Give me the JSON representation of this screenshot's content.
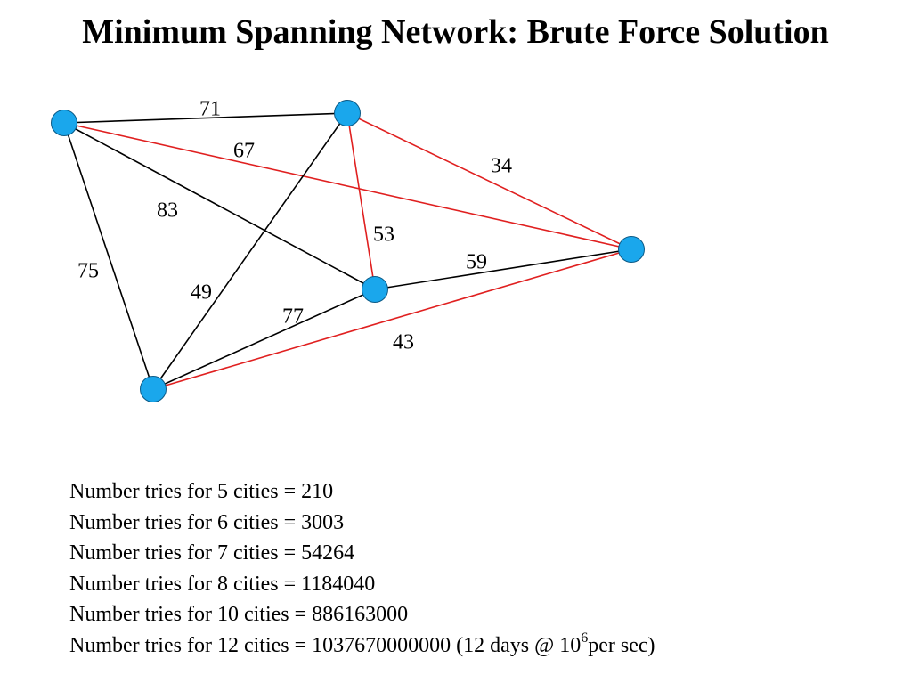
{
  "title": "Minimum Spanning Network: Brute Force Solution",
  "colors": {
    "node_fill": "#1aa7ec",
    "tree_edge": "#e02020",
    "other_edge": "#000000"
  },
  "graph": {
    "nodes": [
      {
        "id": "A"
      },
      {
        "id": "B"
      },
      {
        "id": "C"
      },
      {
        "id": "D"
      },
      {
        "id": "E"
      }
    ],
    "edges": [
      {
        "from": "A",
        "to": "B",
        "weight": "71",
        "in_tree": false
      },
      {
        "from": "A",
        "to": "E",
        "weight": "67",
        "in_tree": true
      },
      {
        "from": "A",
        "to": "D",
        "weight": "83",
        "in_tree": false
      },
      {
        "from": "A",
        "to": "C",
        "weight": "75",
        "in_tree": false
      },
      {
        "from": "B",
        "to": "E",
        "weight": "34",
        "in_tree": true
      },
      {
        "from": "B",
        "to": "D",
        "weight": "53",
        "in_tree": true
      },
      {
        "from": "B",
        "to": "C",
        "weight": "49",
        "in_tree": false
      },
      {
        "from": "D",
        "to": "E",
        "weight": "59",
        "in_tree": false
      },
      {
        "from": "C",
        "to": "D",
        "weight": "77",
        "in_tree": false
      },
      {
        "from": "C",
        "to": "E",
        "weight": "43",
        "in_tree": true
      }
    ]
  },
  "stats": [
    {
      "text": "Number tries for 5 cities = 210"
    },
    {
      "text": "Number tries for 6 cities = 3003"
    },
    {
      "text": "Number tries for 7 cities = 54264"
    },
    {
      "text": "Number tries for 8 cities = 1184040"
    },
    {
      "text": "Number tries for 10 cities = 886163000"
    },
    {
      "text": "Number tries for 12 cities = 1037670000000  (12 days @ 10",
      "sup": "6",
      "suffix": "per sec)"
    }
  ]
}
